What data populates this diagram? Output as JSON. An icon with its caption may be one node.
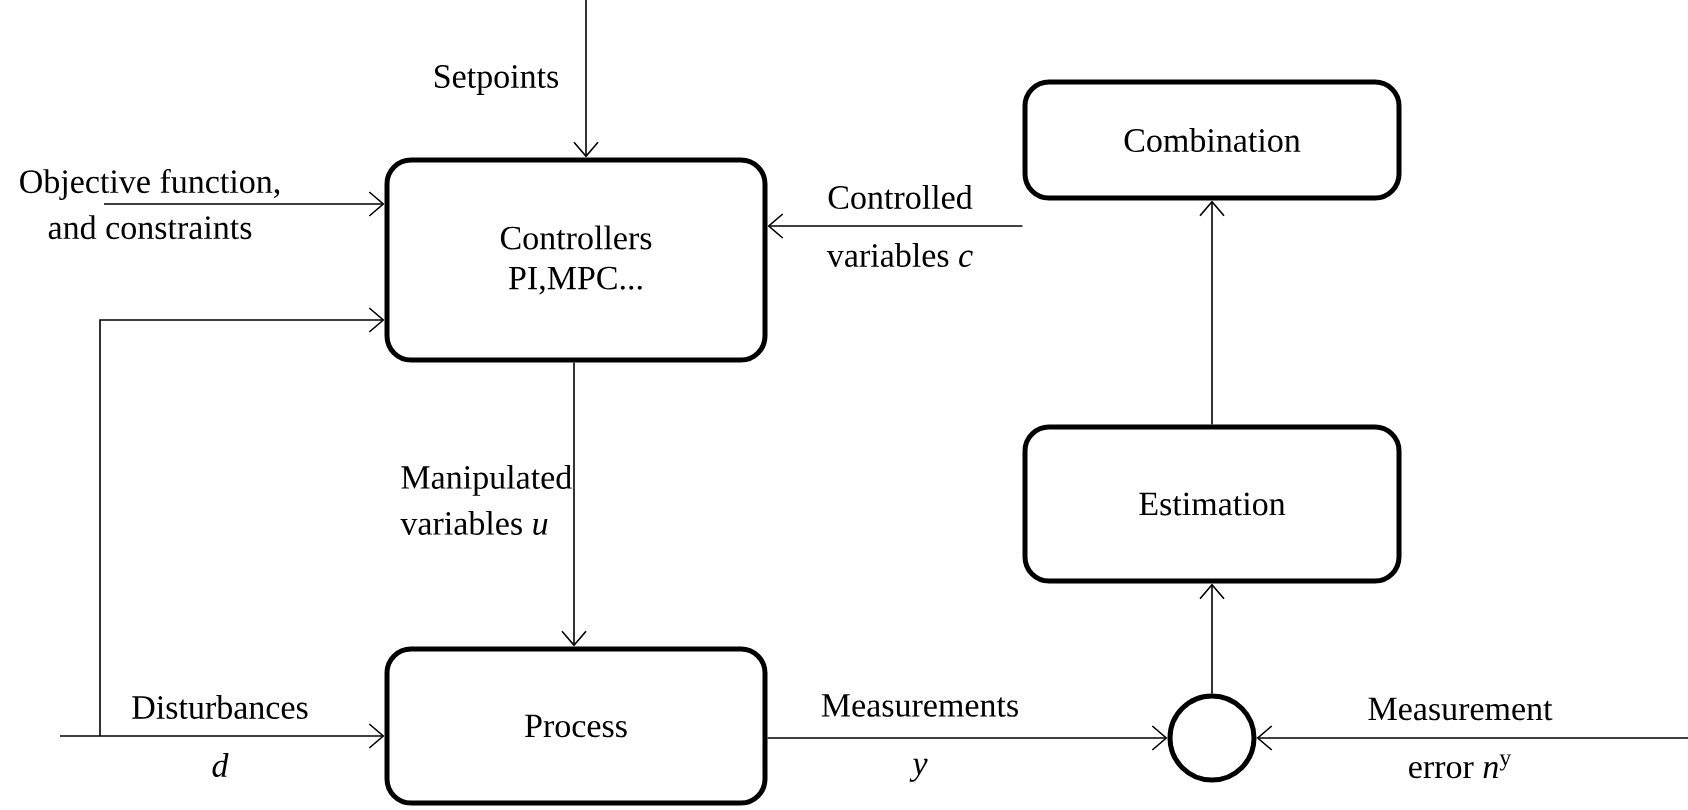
{
  "diagram": {
    "nodes": [
      {
        "text": [
          "Controllers PI,MPC..."
        ]
      },
      {
        "text": [
          "Combination"
        ]
      },
      {
        "text": [
          "Estimation"
        ]
      },
      {
        "text": [
          "Process"
        ]
      },
      {
        "text": [],
        "shape": "circle"
      }
    ],
    "edges": [
      {
        "from": null,
        "to": 0,
        "arrow": "to",
        "label": "Setpoints"
      },
      {
        "from": null,
        "to": 0,
        "arrow": "to",
        "label": "Objective function, and constraints"
      },
      {
        "from": null,
        "to": 0,
        "arrow": "to"
      },
      {
        "from": null,
        "to": 3,
        "arrow": "to",
        "label": "Disturbances *d*"
      },
      {
        "from": 1,
        "to": 0,
        "arrow": "to",
        "label": "Controlled variables *c*"
      },
      {
        "from": 0,
        "to": 3,
        "arrow": "to",
        "label": "Manipulated variables *u*"
      },
      {
        "from": 2,
        "to": 1,
        "arrow": "to"
      },
      {
        "from": 4,
        "to": 2,
        "arrow": "to"
      },
      {
        "from": 3,
        "to": 4,
        "arrow": "to",
        "label": "Measurements *y*"
      },
      {
        "from": null,
        "to": 4,
        "arrow": "to",
        "label": "Measurement error *n*$^{y}$"
      }
    ]
  }
}
